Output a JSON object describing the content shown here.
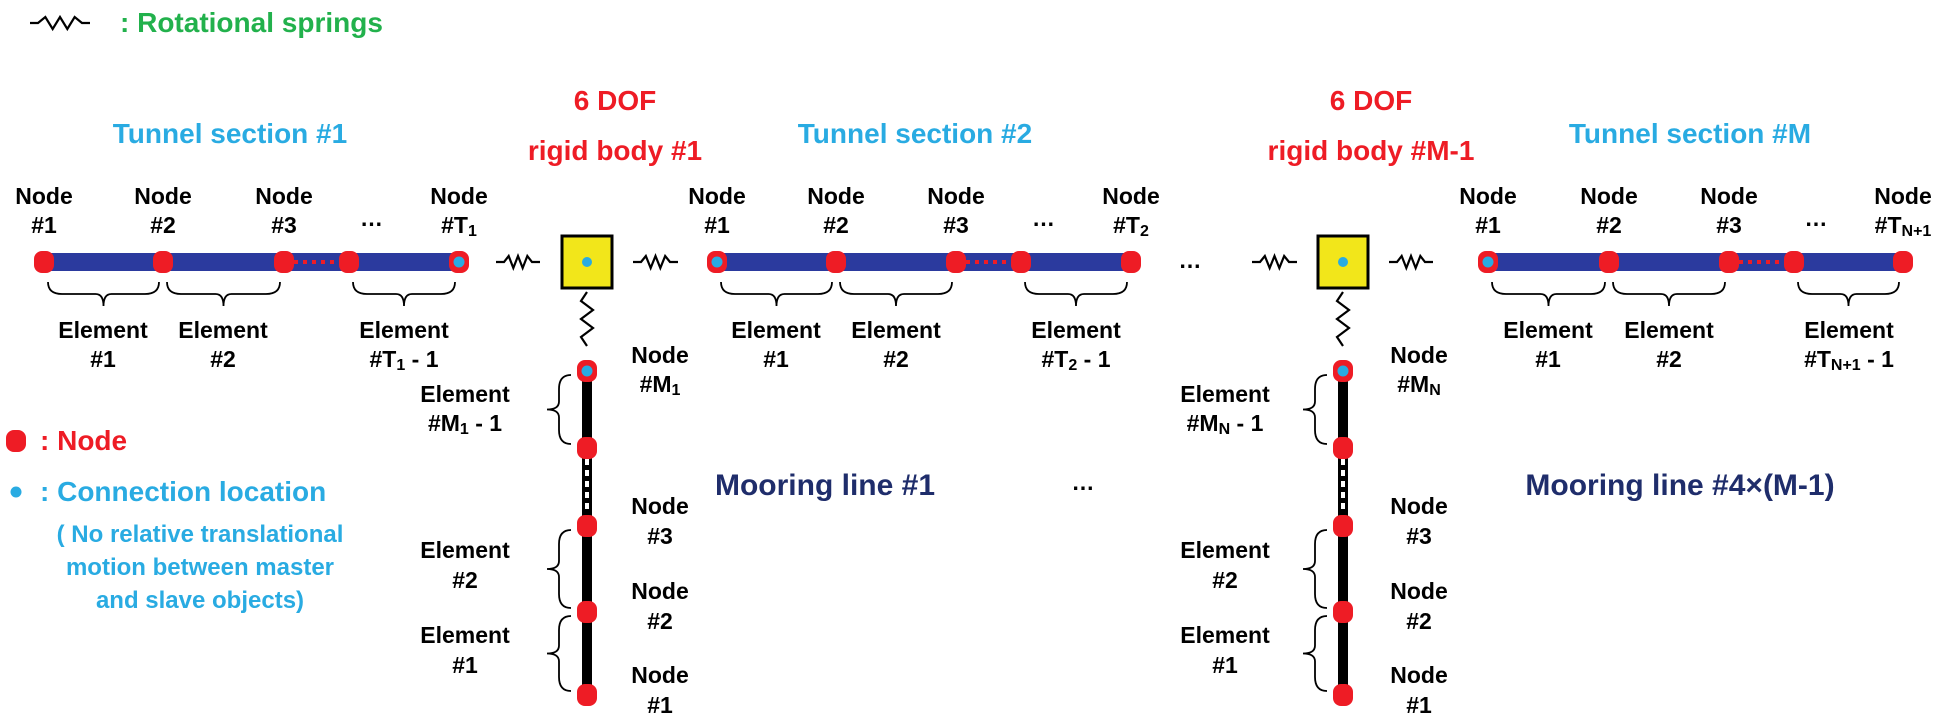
{
  "legend": {
    "spring": ": Rotational springs",
    "node": ": Node",
    "connection": ": Connection location",
    "note": [
      "( No relative translational",
      "motion between master",
      "and slave objects)"
    ]
  },
  "sections": [
    {
      "title": "Tunnel section #1",
      "nodes": [
        {
          "top": "Node",
          "bottom": "#1",
          "sub": ""
        },
        {
          "top": "Node",
          "bottom": "#2",
          "sub": ""
        },
        {
          "top": "Node",
          "bottom": "#3",
          "sub": ""
        },
        {
          "top": "Node",
          "bottom": "#T",
          "sub": "1"
        }
      ],
      "elements": [
        {
          "top": "Element",
          "bottom": "#1",
          "sub": "",
          "tail": ""
        },
        {
          "top": "Element",
          "bottom": "#2",
          "sub": "",
          "tail": ""
        },
        {
          "top": "Element",
          "bottom": "#T",
          "sub": "1",
          "tail": " - 1"
        }
      ]
    },
    {
      "title": "Tunnel section #2",
      "nodes": [
        {
          "top": "Node",
          "bottom": "#1",
          "sub": ""
        },
        {
          "top": "Node",
          "bottom": "#2",
          "sub": ""
        },
        {
          "top": "Node",
          "bottom": "#3",
          "sub": ""
        },
        {
          "top": "Node",
          "bottom": "#T",
          "sub": "2"
        }
      ],
      "elements": [
        {
          "top": "Element",
          "bottom": "#1",
          "sub": "",
          "tail": ""
        },
        {
          "top": "Element",
          "bottom": "#2",
          "sub": "",
          "tail": ""
        },
        {
          "top": "Element",
          "bottom": "#T",
          "sub": "2",
          "tail": " - 1"
        }
      ]
    },
    {
      "title": "Tunnel section #M",
      "nodes": [
        {
          "top": "Node",
          "bottom": "#1",
          "sub": ""
        },
        {
          "top": "Node",
          "bottom": "#2",
          "sub": ""
        },
        {
          "top": "Node",
          "bottom": "#3",
          "sub": ""
        },
        {
          "top": "Node",
          "bottom": "#T",
          "sub": "N+1"
        }
      ],
      "elements": [
        {
          "top": "Element",
          "bottom": "#1",
          "sub": "",
          "tail": ""
        },
        {
          "top": "Element",
          "bottom": "#2",
          "sub": "",
          "tail": ""
        },
        {
          "top": "Element",
          "bottom": "#T",
          "sub": "N+1",
          "tail": " - 1"
        }
      ]
    }
  ],
  "rigid_bodies": [
    {
      "line1": "6 DOF",
      "line2": "rigid body #1"
    },
    {
      "line1": "6 DOF",
      "line2": "rigid body #M-1"
    }
  ],
  "moorings": [
    {
      "label": "Mooring line #1",
      "top_node": {
        "top": "Node",
        "bottom": "#M",
        "sub": "1"
      },
      "top_element": {
        "top": "Element",
        "bottom": "#M",
        "sub": "1",
        "tail": " - 1"
      },
      "node3": {
        "top": "Node",
        "bottom": "#3"
      },
      "node2": {
        "top": "Node",
        "bottom": "#2"
      },
      "node1": {
        "top": "Node",
        "bottom": "#1"
      },
      "element2": {
        "top": "Element",
        "bottom": "#2"
      },
      "element1": {
        "top": "Element",
        "bottom": "#1"
      }
    },
    {
      "label": "Mooring line  #4×(M-1)",
      "top_node": {
        "top": "Node",
        "bottom": "#M",
        "sub": "N"
      },
      "top_element": {
        "top": "Element",
        "bottom": "#M",
        "sub": "N",
        "tail": " - 1"
      },
      "node3": {
        "top": "Node",
        "bottom": "#3"
      },
      "node2": {
        "top": "Node",
        "bottom": "#2"
      },
      "node1": {
        "top": "Node",
        "bottom": "#1"
      },
      "element2": {
        "top": "Element",
        "bottom": "#2"
      },
      "element1": {
        "top": "Element",
        "bottom": "#1"
      }
    }
  ],
  "ellipsis": "…",
  "colors": {
    "beam": "#2b3a9e",
    "node": "#ee1c25",
    "connection": "#29abe2",
    "rigid_body": "#f2e61a",
    "label_red": "#ee1c25",
    "label_cyan": "#29abe2",
    "label_navy": "#1f2d6b",
    "label_green": "#22b14c"
  }
}
